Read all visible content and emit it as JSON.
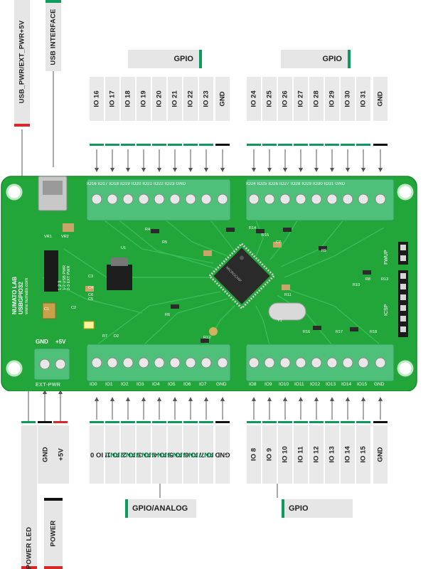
{
  "top_left_labels": {
    "usb_pwr": "USB_PWR/EXT_PWR+5V",
    "usb_interface": "USB INTERFACE"
  },
  "top_headers": {
    "gpio_left": "GPIO",
    "gpio_right": "GPIO"
  },
  "top_pins_left": [
    "IO 16",
    "IO 17",
    "IO 18",
    "IO 19",
    "IO 20",
    "IO 21",
    "IO 22",
    "IO 23",
    "GND"
  ],
  "top_pins_right": [
    "IO 24",
    "IO 25",
    "IO 26",
    "IO 27",
    "IO 28",
    "IO 29",
    "IO 30",
    "IO 31",
    "GND"
  ],
  "board": {
    "top_silk_left": "IO16 IO17 IO18 IO19 IO20 IO21 IO22 IO23 GND",
    "top_silk_right": "IO24 IO25 IO26 IO27 IO28 IO29 IO30 IO31 GND",
    "bottom_silk_left": [
      "IO0",
      "IO1",
      "IO2",
      "IO3",
      "IO4",
      "IO5",
      "IO6",
      "IO7",
      "GND"
    ],
    "bottom_silk_right": [
      "IO8",
      "IO9",
      "IO10",
      "IO11",
      "IO12",
      "IO13",
      "IO14",
      "IO15",
      "GND"
    ],
    "power_silk": [
      "GND",
      "+5V"
    ],
    "ext_pwr": "EXT-PWR",
    "brand1": "NUMATO LAB",
    "brand2": "USBGPIO32",
    "website": "www.numato.com",
    "jumper": [
      "1-2 USB PWR",
      "2-3 EXT PWR"
    ],
    "jumper_nums": [
      "1",
      "2",
      "3"
    ],
    "fwup": "FWUP",
    "icsp": "ICSP",
    "components": [
      "VR1",
      "VR2",
      "U1",
      "C3",
      "C4",
      "C5",
      "C2",
      "R7",
      "D2",
      "C1",
      "R4",
      "R5",
      "R6",
      "R8",
      "R9",
      "R10",
      "R11",
      "R12",
      "R13",
      "R14",
      "R15",
      "R16",
      "R17",
      "R18",
      "C6",
      "C7",
      "Y1"
    ],
    "mcu_text": "MICROCHIP"
  },
  "bottom_pins_left": [
    {
      "main": "IO 0",
      "ana": ""
    },
    {
      "main": "IO 1/",
      "ana": "AN 1"
    },
    {
      "main": "IO 2/",
      "ana": "AN 2"
    },
    {
      "main": "IO 3/",
      "ana": "AN 3"
    },
    {
      "main": "IO 4/",
      "ana": "AN 4"
    },
    {
      "main": "IO 5/",
      "ana": "AN 5"
    },
    {
      "main": "IO 6/",
      "ana": "AN 6"
    },
    {
      "main": "IO 7/",
      "ana": "AN 7"
    },
    {
      "main": "GND",
      "ana": ""
    }
  ],
  "bottom_pins_right": [
    "IO 8",
    "IO 9",
    "IO 10",
    "IO 11",
    "IO 12",
    "IO 13",
    "IO 14",
    "IO 15",
    "GND"
  ],
  "bottom_headers": {
    "gpio_analog": "GPIO/ANALOG",
    "gpio": "GPIO"
  },
  "power_labels": {
    "power_led": "POWER LED",
    "gnd": "GND",
    "plus5v": "+5V",
    "power": "POWER"
  },
  "colors": {
    "pcb": "#22a63a",
    "terminal": "#4fc07a",
    "accent": "#0d9a5c",
    "power": "#d62828",
    "ground": "#111111"
  }
}
